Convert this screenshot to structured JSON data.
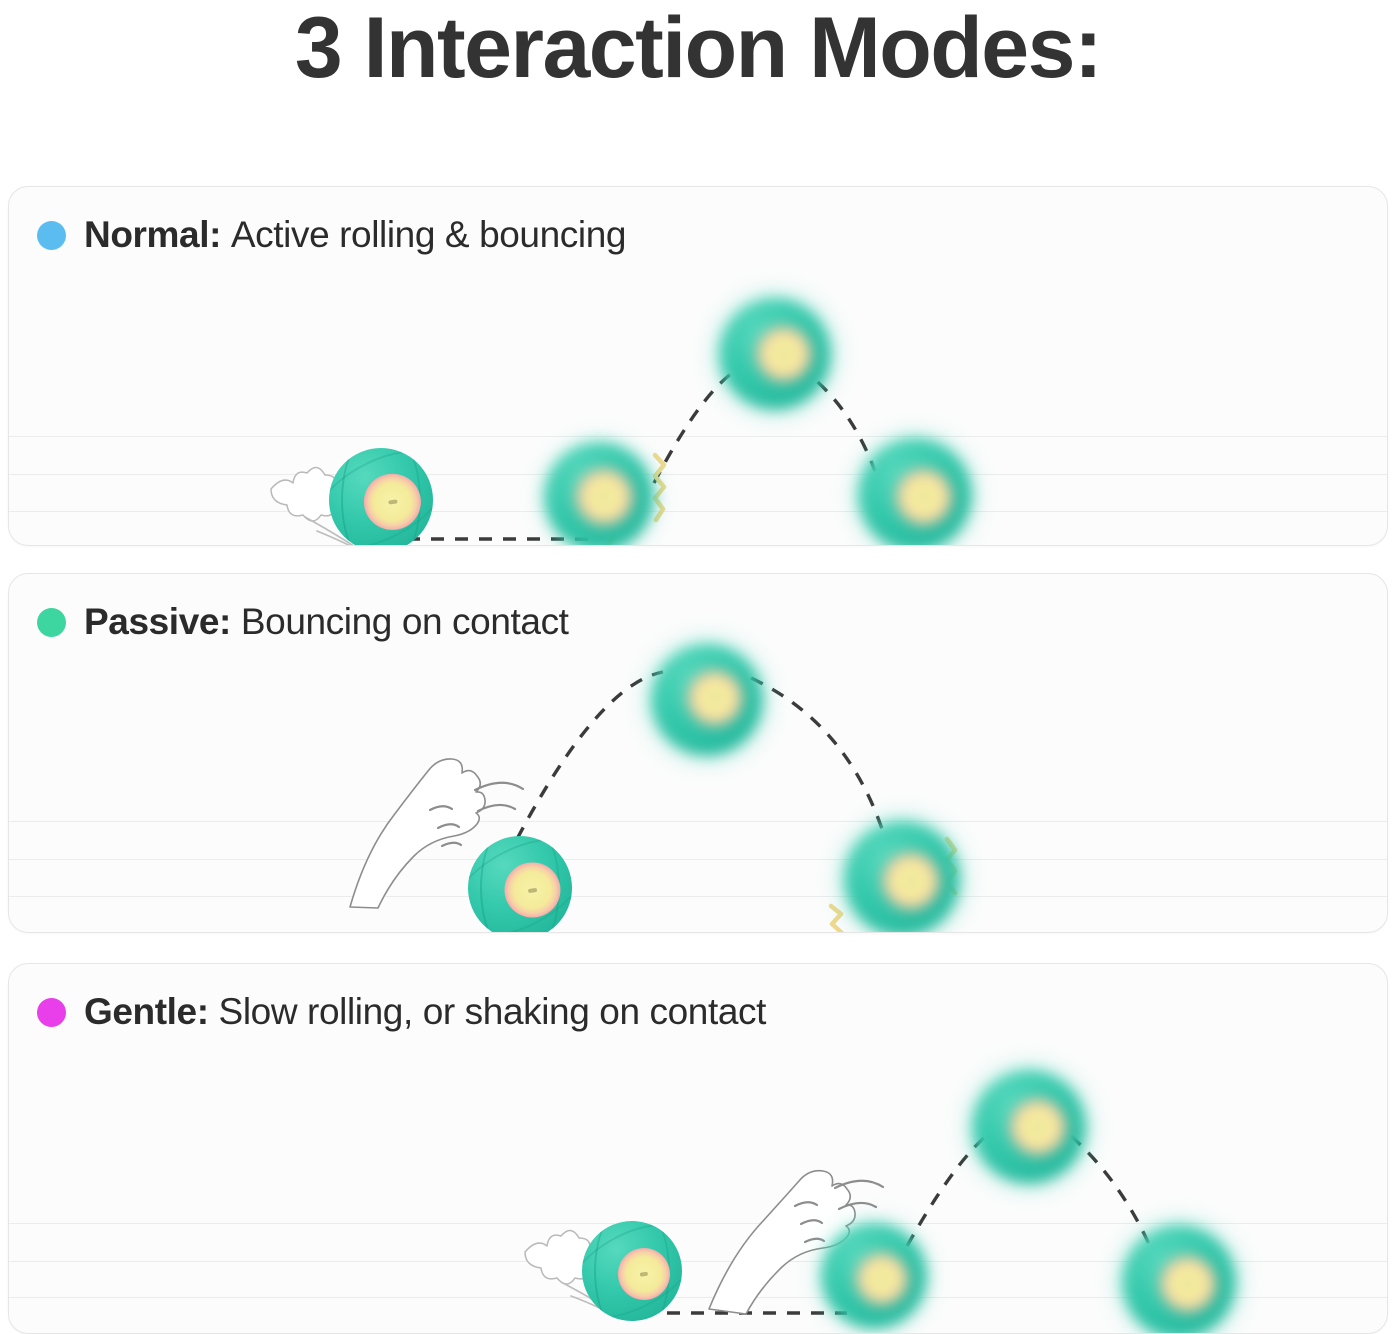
{
  "page": {
    "title": "3 Interaction Modes:",
    "title_color": "#333333",
    "background": "#ffffff"
  },
  "cards": [
    {
      "id": "normal",
      "dot_icon": "mode-dot-icon",
      "dot_color": "#5BBDEF",
      "name": "Normal:",
      "description": "Active rolling & bouncing",
      "scene": {
        "elements": [
          "dust-puff",
          "rolling-ball",
          "impact-zigzag",
          "bouncing-ball",
          "apex-ball",
          "landing-ball",
          "dashed-trajectory"
        ],
        "ball_count": 4
      }
    },
    {
      "id": "passive",
      "dot_icon": "mode-dot-icon",
      "dot_color": "#3DD6A0",
      "name": "Passive:",
      "description": "Bouncing on contact",
      "scene": {
        "elements": [
          "cat-paw",
          "motion-arcs",
          "contact-ball",
          "apex-ball",
          "landing-ball",
          "vibration-zigzag",
          "dashed-trajectory"
        ],
        "ball_count": 3
      }
    },
    {
      "id": "gentle",
      "dot_icon": "mode-dot-icon",
      "dot_color": "#E93FEA",
      "name": "Gentle:",
      "description": "Slow rolling, or shaking on contact",
      "scene": {
        "elements": [
          "dust-puff",
          "rolling-ball",
          "cat-paw",
          "motion-arcs",
          "contact-ball",
          "apex-ball",
          "landing-ball",
          "dashed-trajectory"
        ],
        "ball_count": 4
      }
    }
  ],
  "theme": {
    "ball_body": "#2FC7AB",
    "ball_led_inner": "#F5EFA0",
    "ball_led_ring": "#F4A2AB",
    "card_background": "#FCFCFC",
    "card_border": "#E6E6E6",
    "rule_line": "#ECECEC",
    "trajectory": "#3B3B3B",
    "zigzag": "#EFD98D"
  }
}
